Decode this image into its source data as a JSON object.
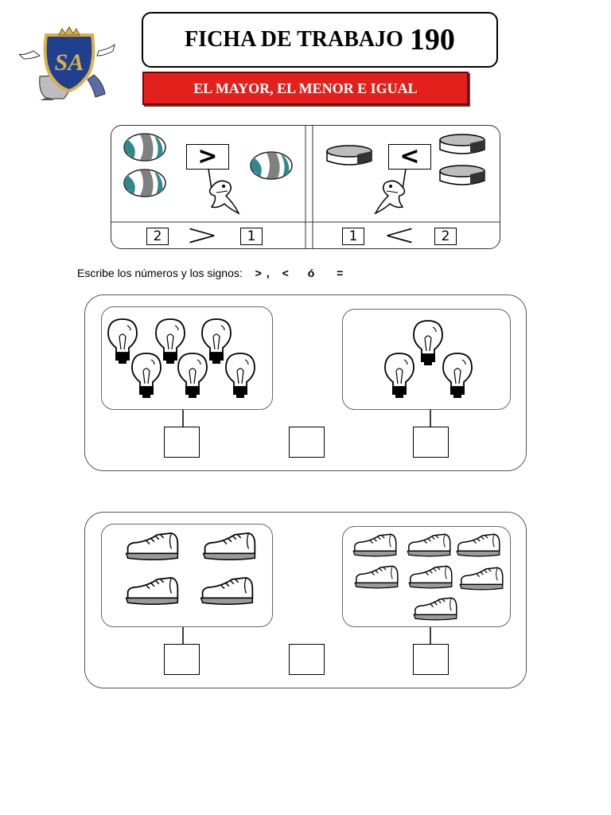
{
  "header": {
    "title": "FICHA DE TRABAJO",
    "number": "190",
    "subtitle": "EL MAYOR, EL MENOR E IGUAL",
    "logo_text": "SA"
  },
  "example": {
    "left": {
      "sign": ">",
      "num_a": "2",
      "num_b": "1"
    },
    "right": {
      "sign": "<",
      "num_a": "1",
      "num_b": "2"
    }
  },
  "instruction": {
    "text": "Escribe los números y los signos:",
    "signs": [
      ">",
      ",",
      "<",
      "ó",
      "="
    ]
  },
  "exercises": [
    {
      "name": "bulbs",
      "left_count": 6,
      "right_count": 3
    },
    {
      "name": "shoes",
      "left_count": 4,
      "right_count": 7
    }
  ],
  "colors": {
    "subtitle_bg": "#e3201b",
    "ball_teal": "#2e8a8a",
    "logo_blue": "#1f3f8f",
    "logo_gold": "#d9b04a"
  }
}
